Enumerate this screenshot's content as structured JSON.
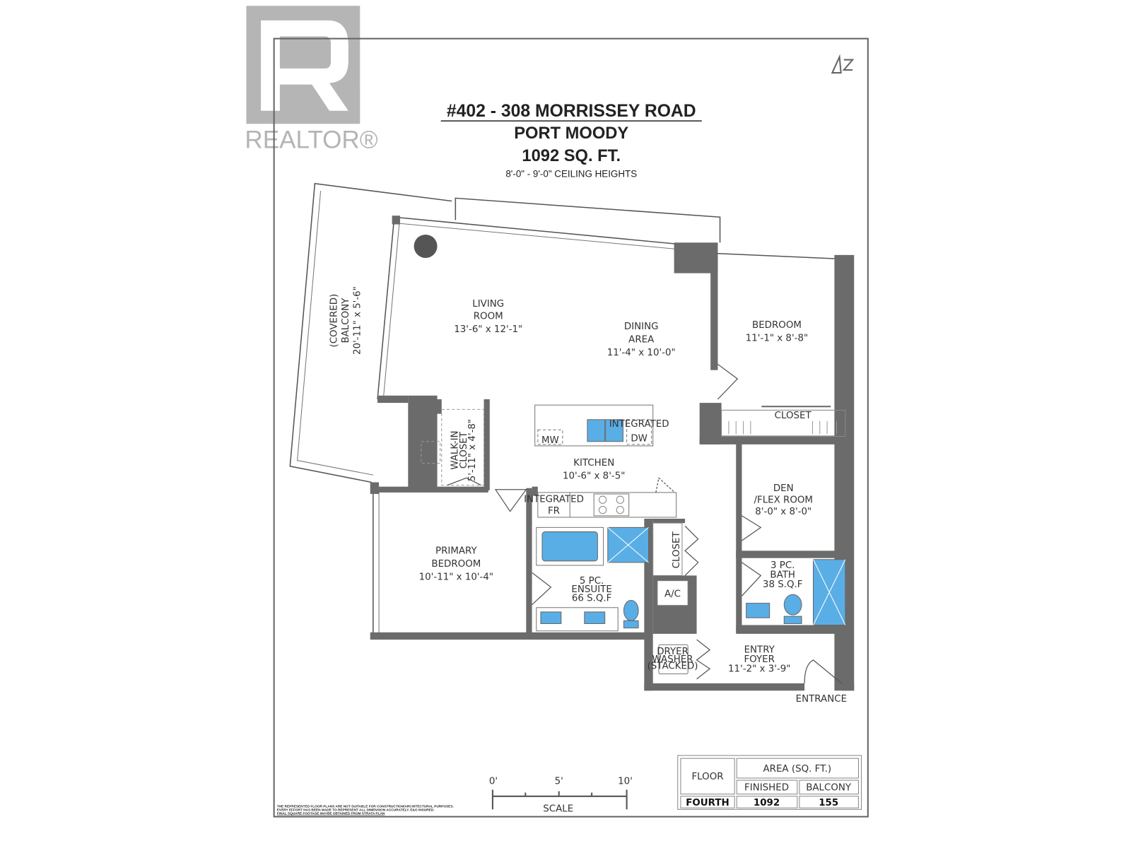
{
  "logo": {
    "text": "REALTOR®"
  },
  "header": {
    "address": "#402 - 308 MORRISSEY ROAD",
    "city": "PORT MOODY",
    "area": "1092 SQ. FT.",
    "ceiling": "8'-0\" - 9'-0\" CEILING HEIGHTS"
  },
  "rooms": {
    "balcony": {
      "line1": "(COVERED)",
      "line2": "BALCONY",
      "dims": "20'-11\" x 5'-6\""
    },
    "living": {
      "name1": "LIVING",
      "name2": "ROOM",
      "dims": "13'-6\" x 12'-1\""
    },
    "dining": {
      "name1": "DINING",
      "name2": "AREA",
      "dims": "11'-4\" x 10'-0\""
    },
    "bedroom": {
      "name": "BEDROOM",
      "dims": "11'-1\" x 8'-8\""
    },
    "bedroom_closet": {
      "name": "CLOSET"
    },
    "walkin": {
      "name1": "WALK-IN",
      "name2": "CLOSET",
      "dims": "5'-11\" x 4'-8\""
    },
    "kitchen": {
      "name": "KITCHEN",
      "dims": "10'-6\" x 8'-5\"",
      "mw": "MW",
      "dw_note": "INTEGRATED",
      "dw": "DW",
      "fr_note": "INTEGRATED",
      "fr": "FR"
    },
    "den": {
      "name1": "DEN",
      "name2": "/FLEX ROOM",
      "dims": "8'-0\" x 8'-0\""
    },
    "primary": {
      "name1": "PRIMARY",
      "name2": "BEDROOM",
      "dims": "10'-11\" x 10'-4\""
    },
    "ensuite": {
      "name1": "5 PC.",
      "name2": "ENSUITE",
      "area": "66 S.Q.F"
    },
    "hall_closet": {
      "name": "CLOSET"
    },
    "ac": {
      "name": "A/C"
    },
    "bath": {
      "name1": "3 PC.",
      "name2": "BATH",
      "area": "38 S.Q.F"
    },
    "laundry": {
      "line1": "DRYER",
      "line2": "WASHER",
      "note": "(STACKED)"
    },
    "foyer": {
      "name1": "ENTRY",
      "name2": "FOYER",
      "dims": "11'-2\" x 3'-9\""
    },
    "entrance": "ENTRANCE"
  },
  "scale": {
    "ticks": [
      "0'",
      "5'",
      "10'"
    ],
    "label": "SCALE"
  },
  "area_table": {
    "floor_header": "FLOOR",
    "area_header": "AREA (SQ. FT.)",
    "finished_header": "FINISHED",
    "balcony_header": "BALCONY",
    "floor": "FOURTH",
    "finished": "1092",
    "balcony": "155"
  },
  "disclaimer": {
    "line1": "THE REPRESENTED FLOOR PLANS ARE NOT SUITABLE FOR CONSTRUCTION/ARCHITECTURAL PURPOSES.",
    "line2": "EVERY EFFORT HAS BEEN MADE TO REPRESENT ALL DIMENSION ACCURATELY. E&O INSURED.",
    "line3": "FINAL SQUARE FOOTAGE MAYBE OBTAINED FROM STRATA PLAN"
  }
}
